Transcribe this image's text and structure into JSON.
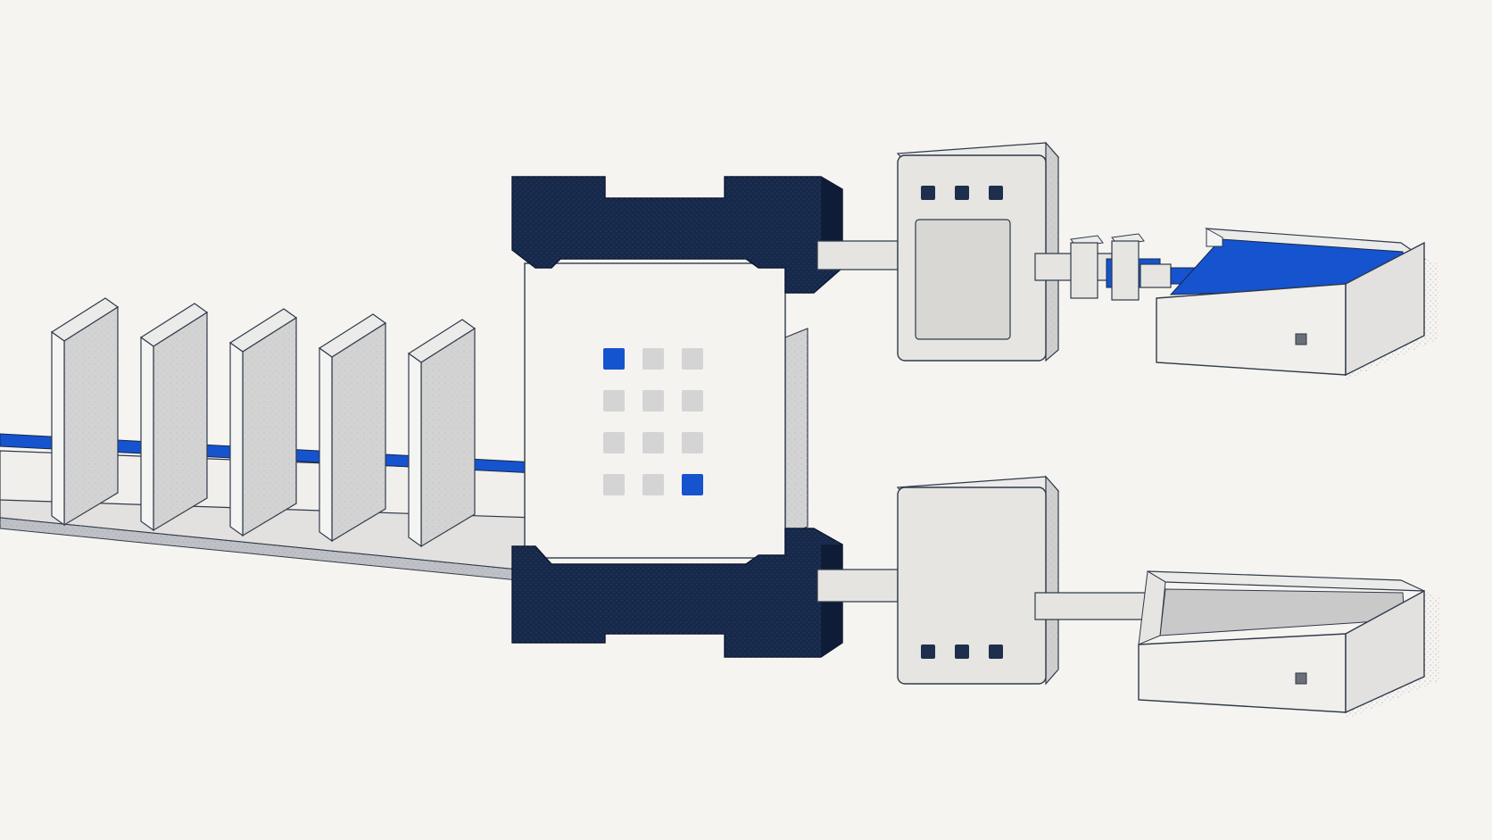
{
  "colors": {
    "background": "#f6f4f0",
    "navy_frame": "#17294a",
    "accent_blue": "#1553cf",
    "box_face": "#f1efec",
    "box_side": "#d3d3d3",
    "box_top": "#ebebea",
    "outline": "#2f3a4a",
    "indicator_dark": "#1e2f4d",
    "cell_grey": "#d4d4d4"
  },
  "scene": {
    "conveyor": {
      "segment_count": 6,
      "divider_count": 5
    },
    "router": {
      "grid_rows": 4,
      "grid_cols": 3,
      "highlighted_cells": [
        [
          0,
          0
        ],
        [
          3,
          2
        ]
      ]
    },
    "upper_branch": {
      "processor_indicator_count": 3,
      "has_screen_panel": true,
      "pipe_filled": true,
      "tray_state": "filled"
    },
    "lower_branch": {
      "processor_indicator_count": 3,
      "has_screen_panel": false,
      "pipe_filled": false,
      "tray_state": "empty"
    },
    "icons": [
      "divider-panel-icon",
      "router-frame-icon",
      "processor-box-icon",
      "coupler-icon",
      "tray-icon"
    ]
  }
}
